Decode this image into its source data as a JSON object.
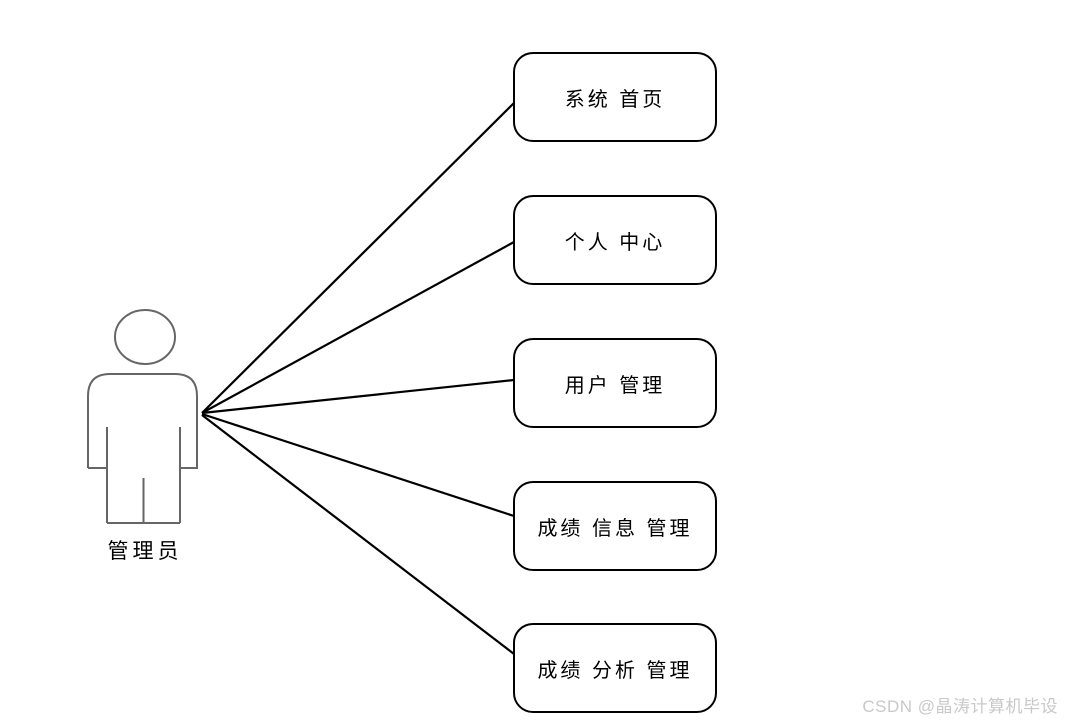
{
  "diagram": {
    "type": "use-case-diagram",
    "actor": {
      "label": "管理员"
    },
    "use_cases": [
      {
        "label": "系统 首页"
      },
      {
        "label": "个人 中心"
      },
      {
        "label": "用户 管理"
      },
      {
        "label": "成绩 信息 管理"
      },
      {
        "label": "成绩 分析 管理"
      }
    ],
    "associations": [
      {
        "from": "管理员",
        "to": "系统 首页"
      },
      {
        "from": "管理员",
        "to": "个人 中心"
      },
      {
        "from": "管理员",
        "to": "用户 管理"
      },
      {
        "from": "管理员",
        "to": "成绩 信息 管理"
      },
      {
        "from": "管理员",
        "to": "成绩 分析 管理"
      }
    ]
  },
  "watermark": {
    "text": "CSDN @晶涛计算机毕设"
  },
  "colors": {
    "background": "#ffffff",
    "box_border": "#000000",
    "box_text": "#000000",
    "connector": "#000000",
    "actor_outline": "#666666",
    "watermark_text": "#c9c9c9"
  }
}
